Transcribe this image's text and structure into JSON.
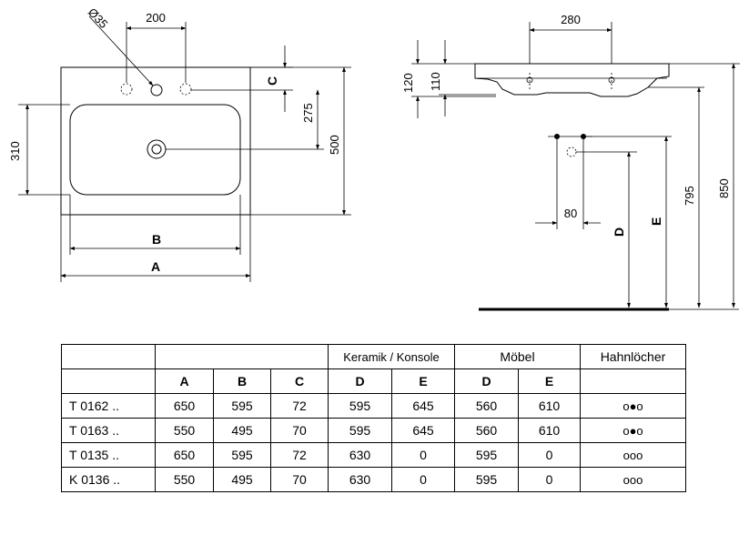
{
  "top_view": {
    "dims": {
      "hole_dia": "Ø35",
      "hole_spacing": "200",
      "c_label": "C",
      "d275": "275",
      "d310": "310",
      "d500": "500",
      "b_label": "B",
      "a_label": "A"
    }
  },
  "side_view": {
    "dims": {
      "d280": "280",
      "d120": "120",
      "d110": "110",
      "d80": "80",
      "d795": "795",
      "d850": "850",
      "d_label": "D",
      "e_label": "E"
    }
  },
  "table": {
    "group_headers": [
      "Keramik / Konsole",
      "Möbel",
      "Hahnlöcher"
    ],
    "sub_headers": [
      "A",
      "B",
      "C",
      "D",
      "E",
      "D",
      "E"
    ],
    "rows": [
      {
        "model": "T 0162 ..",
        "a": "650",
        "b": "595",
        "c": "72",
        "kd": "595",
        "ke": "645",
        "md": "560",
        "me": "610",
        "holes": "o●o"
      },
      {
        "model": "T 0163 ..",
        "a": "550",
        "b": "495",
        "c": "70",
        "kd": "595",
        "ke": "645",
        "md": "560",
        "me": "610",
        "holes": "o●o"
      },
      {
        "model": "T 0135 ..",
        "a": "650",
        "b": "595",
        "c": "72",
        "kd": "630",
        "ke": "0",
        "md": "595",
        "me": "0",
        "holes": "ooo"
      },
      {
        "model": "K 0136 ..",
        "a": "550",
        "b": "495",
        "c": "70",
        "kd": "630",
        "ke": "0",
        "md": "595",
        "me": "0",
        "holes": "ooo"
      }
    ]
  }
}
